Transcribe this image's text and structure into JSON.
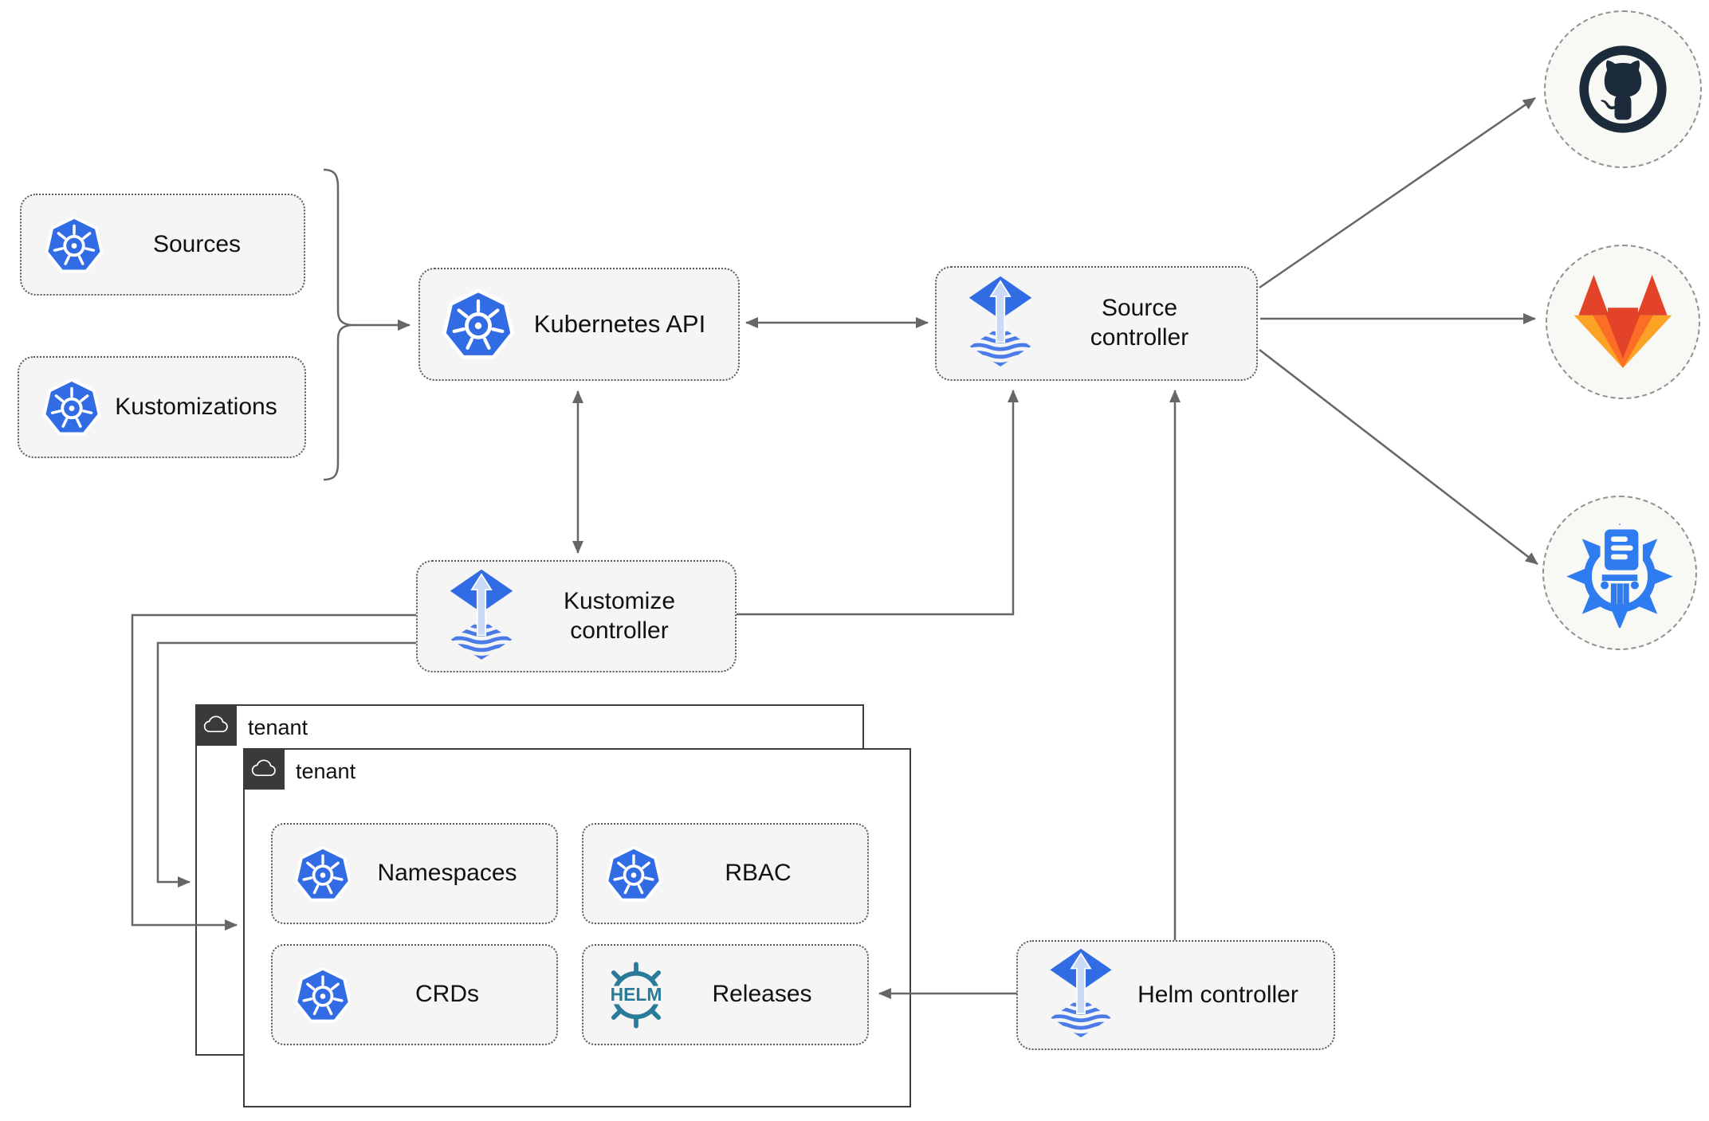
{
  "nodes": {
    "sources": {
      "label": "Sources"
    },
    "kustomizations": {
      "label": "Kustomizations"
    },
    "kubernetes_api": {
      "label": "Kubernetes API"
    },
    "source_controller": {
      "label": "Source controller"
    },
    "kustomize_controller": {
      "label": "Kustomize controller"
    },
    "helm_controller": {
      "label": "Helm controller"
    },
    "tenant_back": {
      "label": "tenant"
    },
    "tenant_front": {
      "label": "tenant"
    },
    "namespaces": {
      "label": "Namespaces"
    },
    "rbac": {
      "label": "RBAC"
    },
    "crds": {
      "label": "CRDs"
    },
    "releases": {
      "label": "Releases",
      "logo_text": "HELM"
    }
  },
  "destinations": {
    "github": {
      "icon": "github-icon"
    },
    "gitlab": {
      "icon": "gitlab-icon"
    },
    "helm_repository": {
      "icon": "chartmuseum-icon"
    }
  },
  "edges": [
    "sources/kustomizations -> kubernetes-api",
    "kubernetes-api <-> source-controller",
    "kubernetes-api <-> kustomize-controller",
    "kustomize-controller -> source-controller",
    "kustomize-controller -> tenant-front",
    "kustomize-controller -> tenant-back",
    "helm-controller -> source-controller",
    "helm-controller -> releases",
    "source-controller -> github",
    "source-controller -> gitlab",
    "source-controller -> helm-repository"
  ],
  "colors": {
    "kubernetes_blue": "#326ce5",
    "flux_blue": "#316ce4",
    "flux_arrow_light": "#c9d9f6",
    "helm_teal": "#2a7b99",
    "github_dark": "#1b2b3a",
    "gitlab_red": "#e24329",
    "gitlab_orange": "#fc6d26",
    "gitlab_light_orange": "#fca326",
    "chartmuseum_blue": "#2e7cf0",
    "connector_gray": "#666666",
    "node_fill": "#f5f5f5",
    "tenant_label_bg": "#3a3a3a"
  }
}
